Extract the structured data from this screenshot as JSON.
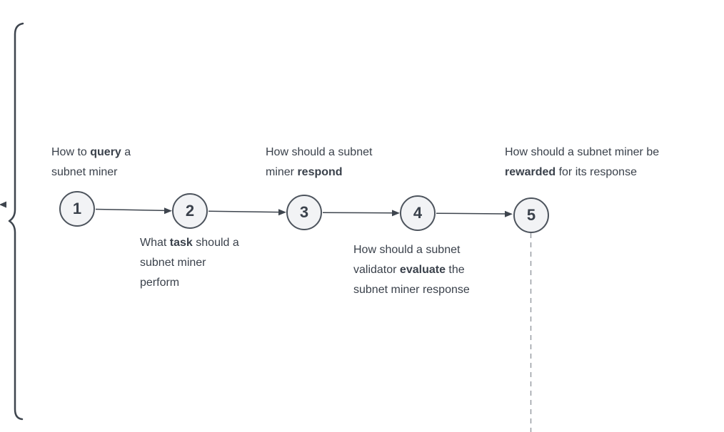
{
  "diagram": {
    "type": "flow",
    "colors": {
      "background": "#ffffff",
      "stroke": "#3e454e",
      "text": "#3a414b",
      "circle_fill": "#f2f3f5",
      "circle_border": "#4d545d",
      "dashed": "#989da3"
    },
    "steps": [
      {
        "number": "1",
        "label_position": "above",
        "label": [
          {
            "text": "How to "
          },
          {
            "text": "query",
            "bold": true
          },
          {
            "text": " a"
          },
          {
            "br": true
          },
          {
            "text": "subnet miner"
          }
        ]
      },
      {
        "number": "2",
        "label_position": "below",
        "label": [
          {
            "text": "What "
          },
          {
            "text": "task",
            "bold": true
          },
          {
            "text": " should a"
          },
          {
            "br": true
          },
          {
            "text": "subnet miner"
          },
          {
            "br": true
          },
          {
            "text": "perform"
          }
        ]
      },
      {
        "number": "3",
        "label_position": "above",
        "label": [
          {
            "text": "How should a subnet"
          },
          {
            "br": true
          },
          {
            "text": "miner "
          },
          {
            "text": "respond",
            "bold": true
          }
        ]
      },
      {
        "number": "4",
        "label_position": "below",
        "label": [
          {
            "text": "How should a subnet"
          },
          {
            "br": true
          },
          {
            "text": "validator "
          },
          {
            "text": "evaluate",
            "bold": true
          },
          {
            "text": " the"
          },
          {
            "br": true
          },
          {
            "text": "subnet miner response"
          }
        ]
      },
      {
        "number": "5",
        "label_position": "above",
        "label": [
          {
            "text": "How should a subnet miner be"
          },
          {
            "br": true
          },
          {
            "text": "rewarded",
            "bold": true
          },
          {
            "text": " for its response"
          }
        ]
      }
    ]
  }
}
